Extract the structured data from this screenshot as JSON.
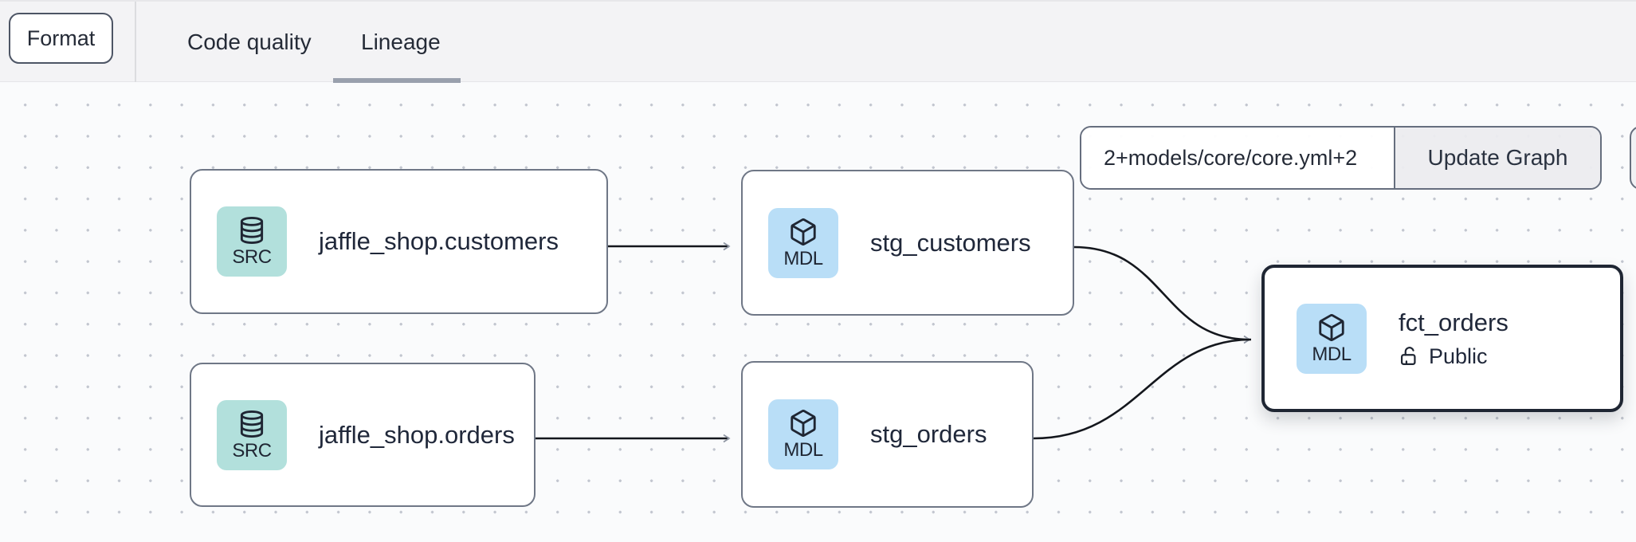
{
  "header": {
    "format_button_label": "Format",
    "tabs": [
      {
        "label": "Code quality",
        "active": false
      },
      {
        "label": "Lineage",
        "active": true
      }
    ]
  },
  "toolbar": {
    "selector_value": "2+models/core/core.yml+2",
    "update_button_label": "Update Graph"
  },
  "graph": {
    "nodes": [
      {
        "label": "jaffle_shop.customers",
        "badge": "SRC",
        "icon": "database-icon",
        "type": "source",
        "selected": false
      },
      {
        "label": "stg_customers",
        "badge": "MDL",
        "icon": "cube-icon",
        "type": "model",
        "selected": false
      },
      {
        "label": "jaffle_shop.orders",
        "badge": "SRC",
        "icon": "database-icon",
        "type": "source",
        "selected": false
      },
      {
        "label": "stg_orders",
        "badge": "MDL",
        "icon": "cube-icon",
        "type": "model",
        "selected": false
      },
      {
        "label": "fct_orders",
        "badge": "MDL",
        "icon": "cube-icon",
        "type": "model",
        "access_label": "Public",
        "access_icon": "lock-open-icon",
        "selected": true
      }
    ],
    "edges": [
      {
        "from": "jaffle_shop.customers",
        "to": "stg_customers"
      },
      {
        "from": "jaffle_shop.orders",
        "to": "stg_orders"
      },
      {
        "from": "stg_customers",
        "to": "fct_orders"
      },
      {
        "from": "stg_orders",
        "to": "fct_orders"
      }
    ]
  },
  "colors": {
    "header_background": "#f3f3f5",
    "canvas_background": "#fafbfc",
    "canvas_dot": "#c2c6cf",
    "source_badge": "#b2e0dc",
    "model_badge": "#b9def7",
    "node_border": "#6f7786",
    "selected_node_border": "#1f2633",
    "tab_underline": "#99a0ad",
    "edge": "#14171d",
    "arrowhead": "#8e95a2",
    "text": "#252b37"
  }
}
